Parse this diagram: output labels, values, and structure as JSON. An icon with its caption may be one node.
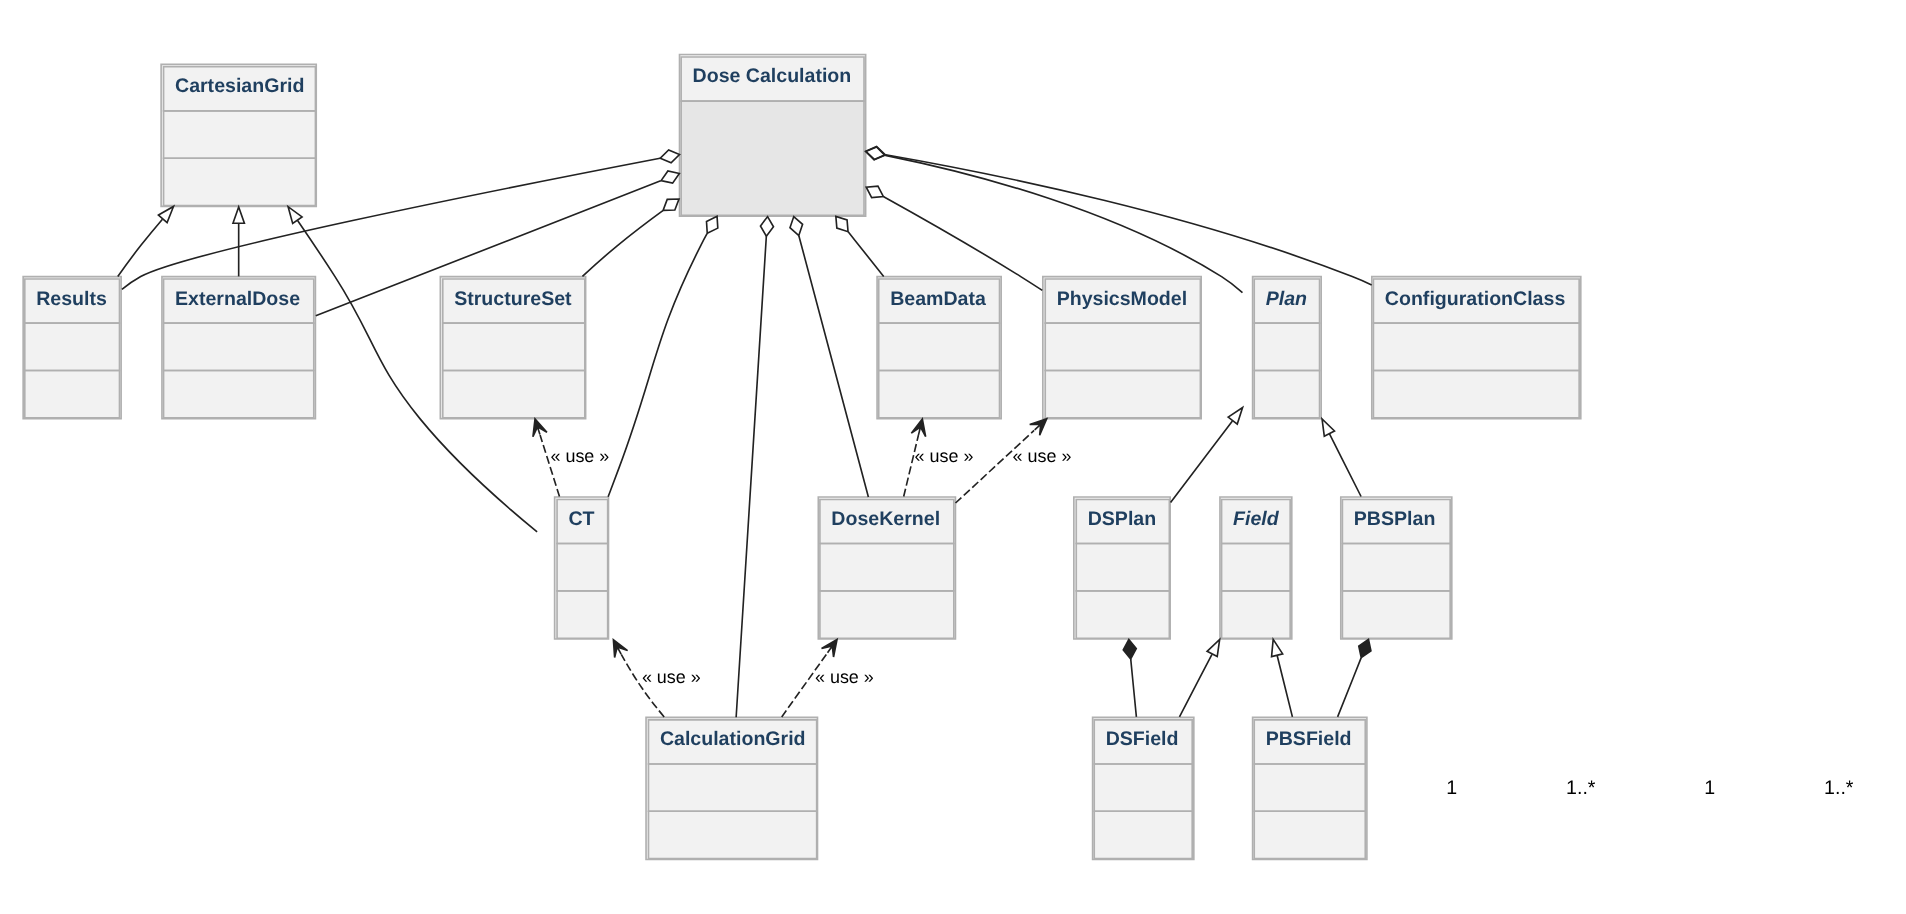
{
  "diagram": {
    "nodes": [
      {
        "text": [
          "CT"
        ]
      },
      {
        "text": [
          "CartesianGrid"
        ]
      },
      {
        "text": [
          "StructureSet"
        ]
      },
      {
        "text": [
          "Results"
        ]
      },
      {
        "text": [
          "ExternalDose"
        ]
      },
      {
        "text": [
          "DSField"
        ]
      },
      {
        "text": [
          "CalculationGrid"
        ]
      },
      {
        "text": [
          "Dose Calculation"
        ]
      },
      {
        "text": [
          "DSPlan"
        ]
      },
      {
        "text": [
          "Plan"
        ]
      },
      {
        "text": [
          "Field"
        ]
      },
      {
        "text": [
          "DoseKernel"
        ]
      },
      {
        "text": [
          "PBSPlan"
        ]
      },
      {
        "text": [
          "BeamData"
        ]
      },
      {
        "text": [
          "PhysicsModel"
        ]
      },
      {
        "text": [
          "ConfigurationClass"
        ]
      },
      {
        "text": [
          "PBSField"
        ]
      }
    ],
    "edges": [
      {
        "from": 0,
        "to": 1,
        "arrow": "to"
      },
      {
        "from": 0,
        "to": 2,
        "arrow": "to",
        "style": "dashed",
        "label": "« use »"
      },
      {
        "from": 0,
        "to": 7,
        "arrow": "other"
      },
      {
        "from": 3,
        "to": 1,
        "arrow": "to"
      },
      {
        "from": 4,
        "to": 1,
        "arrow": "to"
      },
      {
        "from": 2,
        "to": 7,
        "arrow": "other"
      },
      {
        "from": 3,
        "to": 7,
        "arrow": "other"
      },
      {
        "from": 4,
        "to": 7,
        "arrow": "other"
      },
      {
        "from": 6,
        "to": 0,
        "arrow": "to",
        "style": "dashed",
        "label": "« use »"
      },
      {
        "from": 6,
        "to": 7,
        "arrow": "other"
      },
      {
        "from": 6,
        "to": 11,
        "arrow": "to",
        "style": "dashed",
        "label": "« use »"
      },
      {
        "from": 11,
        "to": 7,
        "arrow": "other"
      },
      {
        "from": 11,
        "to": 13,
        "arrow": "to",
        "style": "dashed",
        "label": "« use »"
      },
      {
        "from": 11,
        "to": 14,
        "arrow": "to",
        "style": "dashed",
        "label": "« use »"
      },
      {
        "from": 13,
        "to": 7,
        "arrow": "other"
      },
      {
        "from": 14,
        "to": 7,
        "arrow": "other"
      },
      {
        "from": 15,
        "to": 7,
        "arrow": "other"
      },
      {
        "from": 9,
        "to": 7,
        "arrow": "other"
      },
      {
        "from": 8,
        "to": 9,
        "arrow": "to"
      },
      {
        "from": 12,
        "to": 9,
        "arrow": "to"
      },
      {
        "from": 5,
        "to": 8,
        "arrow": "other"
      },
      {
        "from": 5,
        "to": 10,
        "arrow": "to"
      },
      {
        "from": 16,
        "to": 10,
        "arrow": "to"
      },
      {
        "from": 16,
        "to": 12,
        "arrow": "other"
      }
    ],
    "labels": [
      "1",
      "1..*",
      "1",
      "1..*"
    ]
  }
}
